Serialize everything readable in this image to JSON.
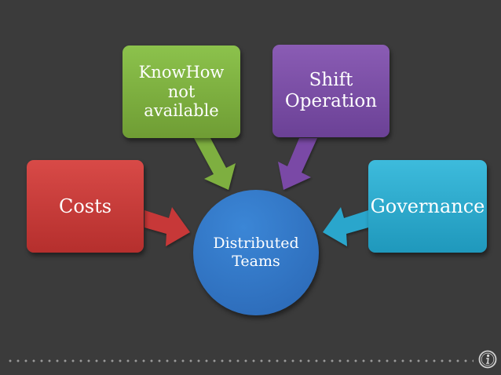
{
  "diagram": {
    "center": {
      "label": "Distributed\nTeams",
      "color": "#2f6fc1"
    },
    "nodes": [
      {
        "id": "costs",
        "label": "Costs",
        "color": "#c93c3a"
      },
      {
        "id": "knowhow",
        "label": "KnowHow\nnot\navailable",
        "color": "#7fb041"
      },
      {
        "id": "shift",
        "label": "Shift\nOperation",
        "color": "#7b4ea6"
      },
      {
        "id": "governance",
        "label": "Governance",
        "color": "#2ea9cf"
      }
    ]
  },
  "footer": {
    "icon": "info-icon"
  }
}
